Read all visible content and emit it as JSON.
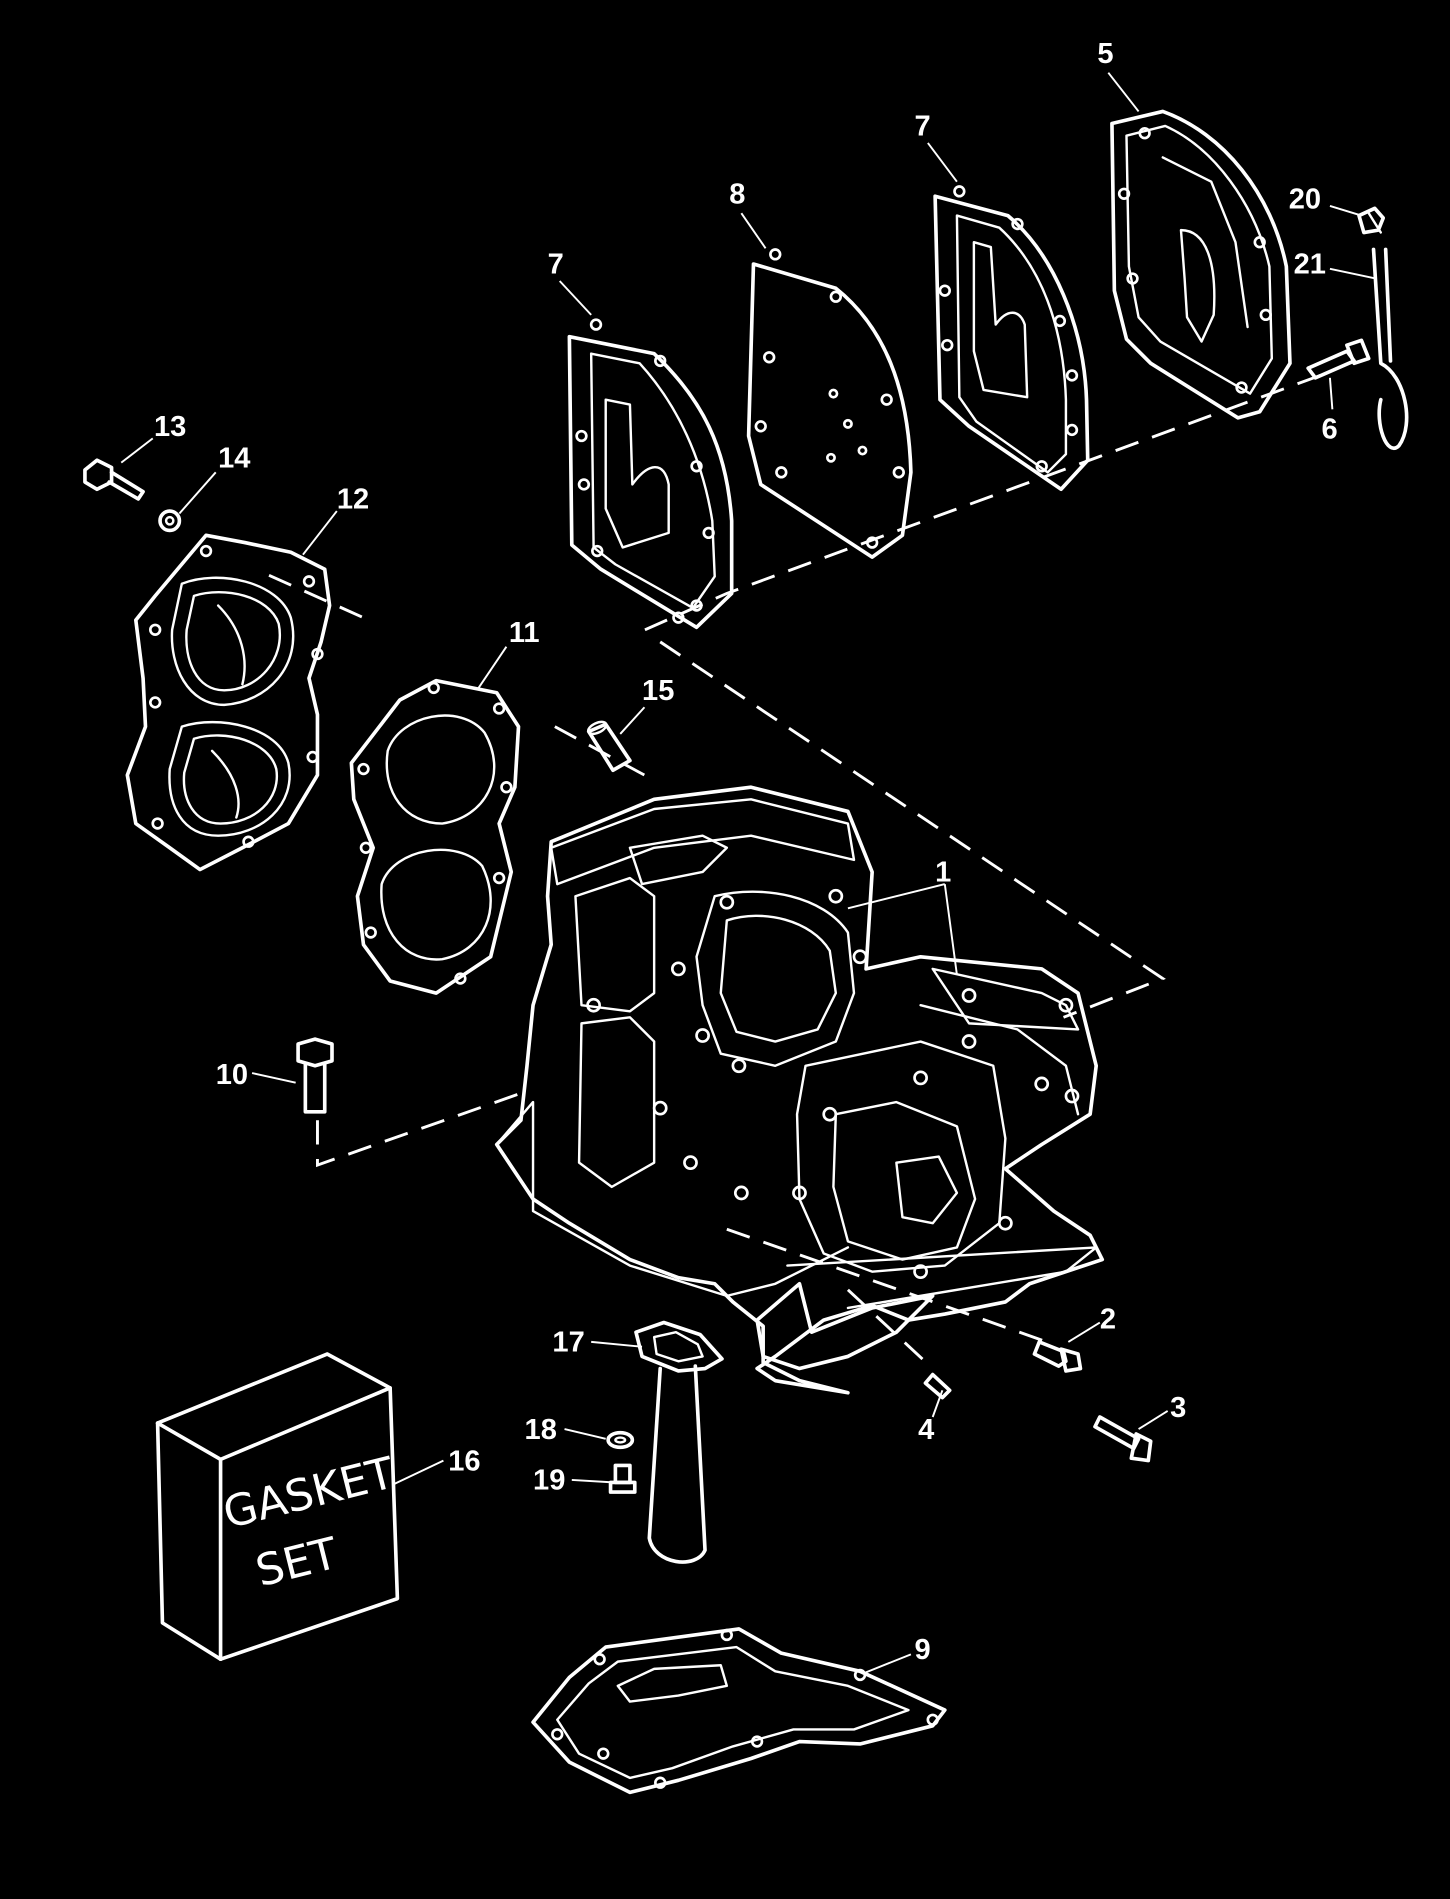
{
  "diagram": {
    "background": "#000000",
    "line_color": "#ffffff",
    "gasket_box_text": [
      "GASKET",
      "SET"
    ],
    "callouts": [
      {
        "id": "c1",
        "label": "1",
        "part": "crankcase-cylinder-block"
      },
      {
        "id": "c2",
        "label": "2",
        "part": "screw"
      },
      {
        "id": "c3",
        "label": "3",
        "part": "bolt"
      },
      {
        "id": "c4",
        "label": "4",
        "part": "dowel-pin"
      },
      {
        "id": "c5",
        "label": "5",
        "part": "exhaust-cover"
      },
      {
        "id": "c6",
        "label": "6",
        "part": "cover-screw"
      },
      {
        "id": "c7a",
        "label": "7",
        "part": "exhaust-gasket-inner"
      },
      {
        "id": "c7b",
        "label": "7",
        "part": "exhaust-gasket-outer"
      },
      {
        "id": "c8",
        "label": "8",
        "part": "exhaust-plate"
      },
      {
        "id": "c9",
        "label": "9",
        "part": "base-gasket"
      },
      {
        "id": "c10",
        "label": "10",
        "part": "block-bolt"
      },
      {
        "id": "c11",
        "label": "11",
        "part": "head-gasket"
      },
      {
        "id": "c12",
        "label": "12",
        "part": "cylinder-head"
      },
      {
        "id": "c13",
        "label": "13",
        "part": "head-bolt"
      },
      {
        "id": "c14",
        "label": "14",
        "part": "washer"
      },
      {
        "id": "c15",
        "label": "15",
        "part": "locating-sleeve"
      },
      {
        "id": "c16",
        "label": "16",
        "part": "gasket-set-box"
      },
      {
        "id": "c17",
        "label": "17",
        "part": "water-tube-seal"
      },
      {
        "id": "c18",
        "label": "18",
        "part": "tube-washer"
      },
      {
        "id": "c19",
        "label": "19",
        "part": "tube-screw"
      },
      {
        "id": "c20",
        "label": "20",
        "part": "elbow-fitting"
      },
      {
        "id": "c21",
        "label": "21",
        "part": "hose"
      }
    ]
  }
}
